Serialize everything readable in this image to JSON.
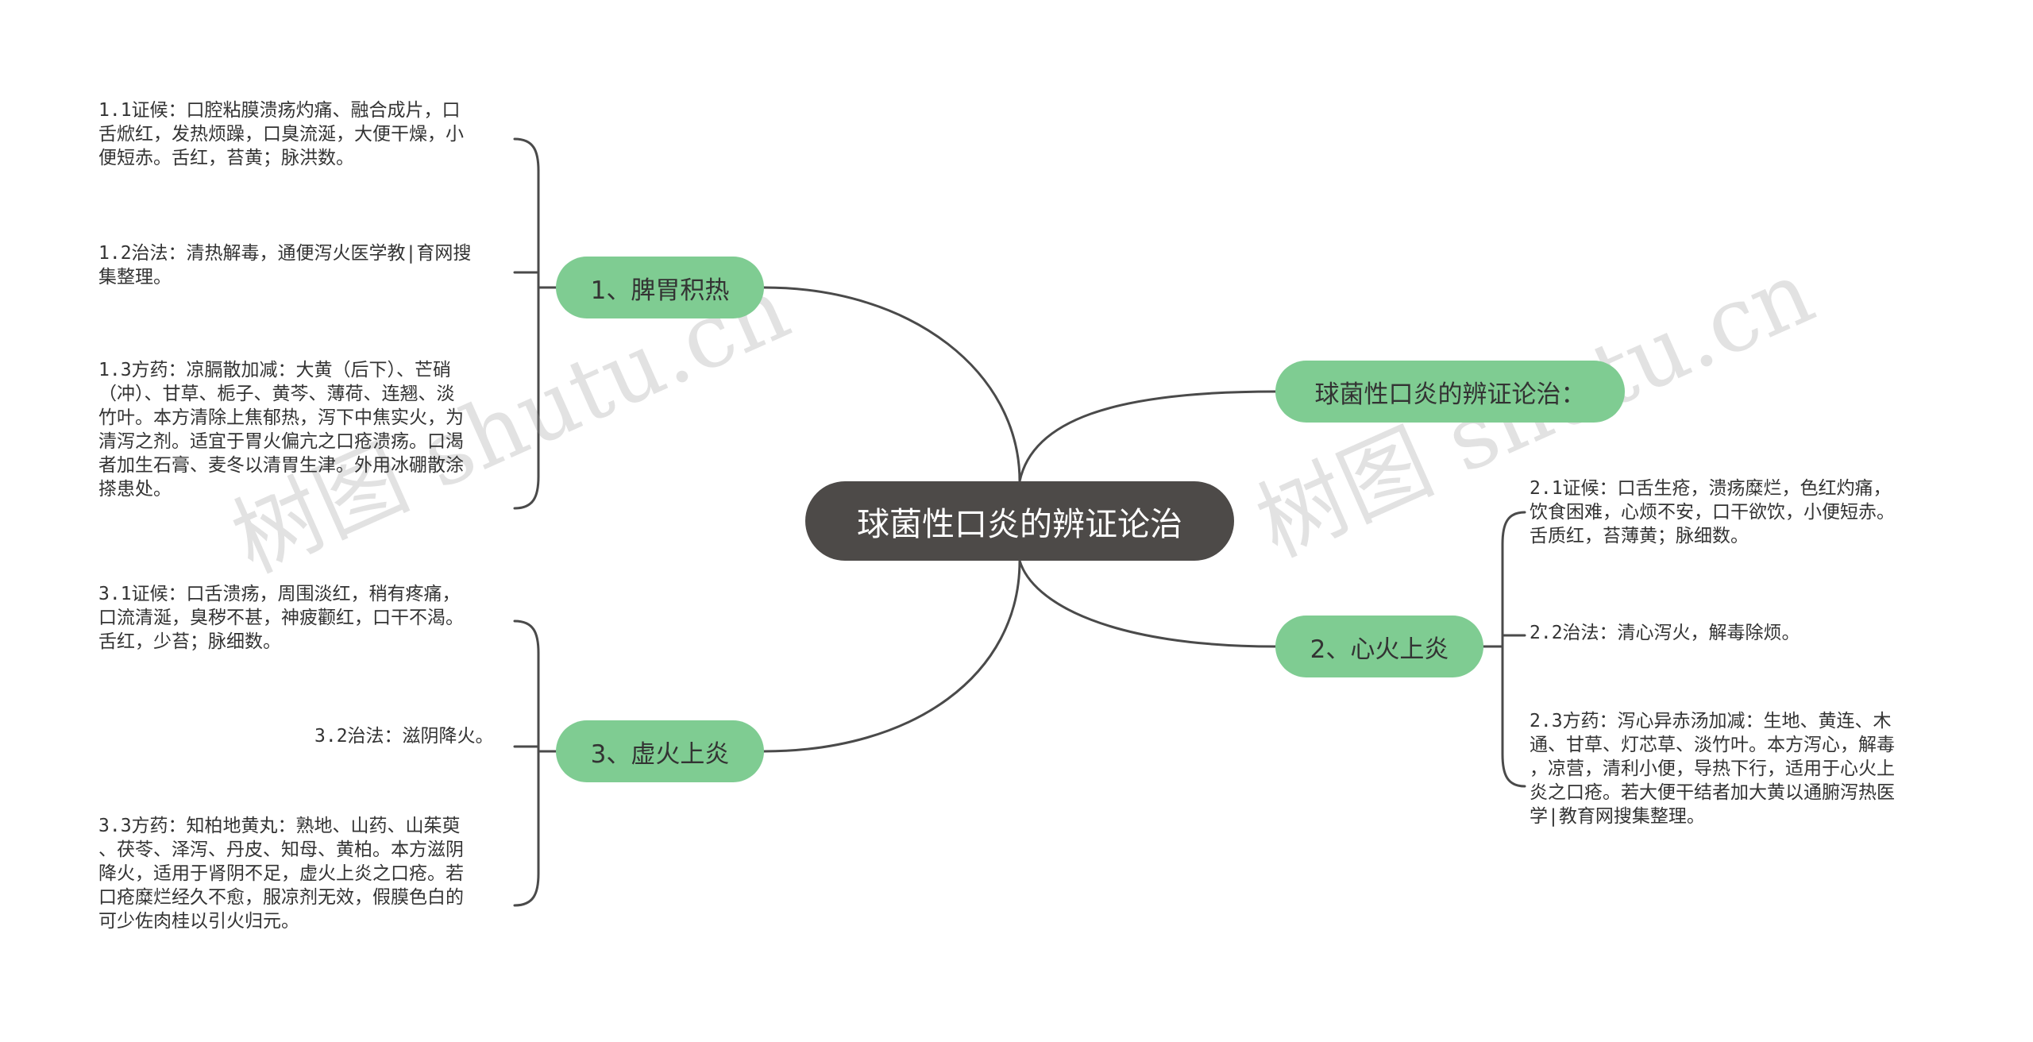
{
  "root": {
    "label": "球菌性口炎的辨证论治"
  },
  "branches": {
    "intro": {
      "label": "球菌性口炎的辨证论治："
    },
    "spleen": {
      "label": "1、脾胃积热",
      "leaves": [
        "1.1证候：口腔粘膜溃疡灼痛、融合成片，口\n舌焮红，发热烦躁，口臭流涎，大便干燥，小\n便短赤。舌红，苔黄；脉洪数。",
        "1.2治法：清热解毒，通便泻火医学教|育网搜\n集整理。",
        "1.3方药：凉膈散加减：大黄（后下）、芒硝\n（冲）、甘草、栀子、黄芩、薄荷、连翘、淡\n竹叶。本方清除上焦郁热，泻下中焦实火，为\n清泻之剂。适宜于胃火偏亢之口疮溃疡。口渴\n者加生石膏、麦冬以清胃生津。外用冰硼散涂\n搽患处。"
      ]
    },
    "heart": {
      "label": "2、心火上炎",
      "leaves": [
        "2.1证候：口舌生疮，溃疡糜烂，色红灼痛，\n饮食困难，心烦不安，口干欲饮，小便短赤。\n舌质红，苔薄黄；脉细数。",
        "2.2治法：清心泻火，解毒除烦。",
        "2.3方药：泻心异赤汤加减：生地、黄连、木\n通、甘草、灯芯草、淡竹叶。本方泻心，解毒\n，凉营，清利小便，导热下行，适用于心火上\n炎之口疮。若大便干结者加大黄以通腑泻热医\n学|教育网搜集整理。"
      ]
    },
    "deficiency": {
      "label": "3、虚火上炎",
      "leaves": [
        "3.1证候：口舌溃疡，周围淡红，稍有疼痛，\n口流清涎，臭秽不甚，神疲颧红，口干不渴。\n舌红，少苔；脉细数。",
        "3.2治法：滋阴降火。",
        "3.3方药：知柏地黄丸：熟地、山药、山茱萸\n、茯苓、泽泻、丹皮、知母、黄柏。本方滋阴\n降火，适用于肾阴不足，虚火上炎之口疮。若\n口疮糜烂经久不愈，服凉剂无效，假膜色白的\n可少佐肉桂以引火归元。"
      ]
    }
  },
  "watermarks": [
    "树图 shutu.cn",
    "树图 shutu.cn"
  ],
  "colors": {
    "root": "#4d4a48",
    "branch": "#7fcc92",
    "line": "#4a4a4a"
  }
}
